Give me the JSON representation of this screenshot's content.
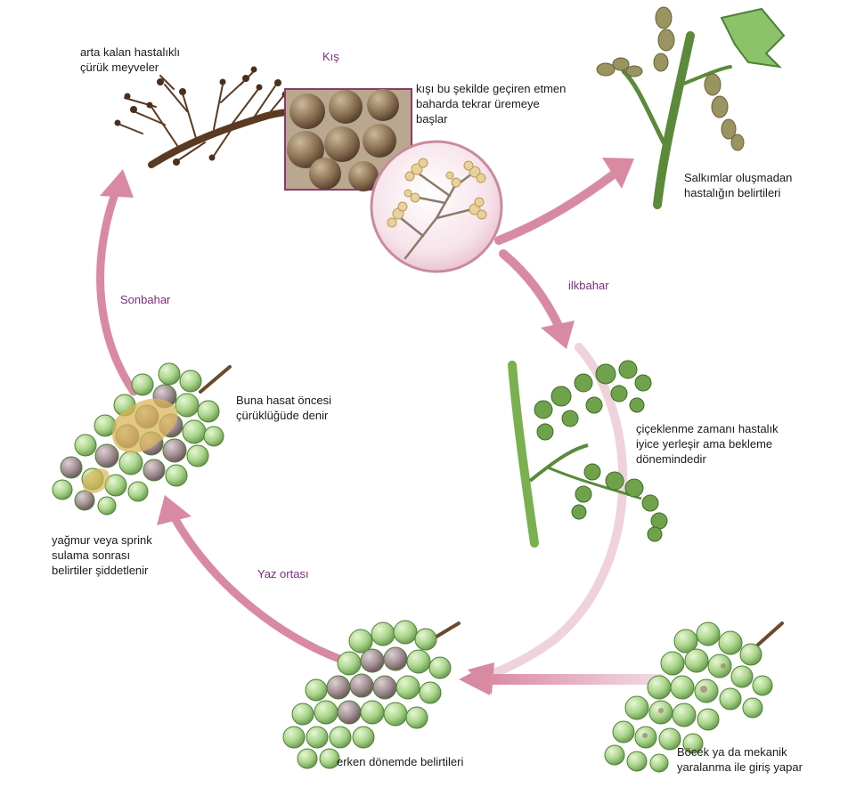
{
  "seasons": {
    "winter": "Kış",
    "spring": "ilkbahar",
    "midsummer": "Yaz ortası",
    "autumn": "Sonbahar"
  },
  "captions": {
    "remaining_berries": [
      "arta kalan hastalıklı",
      "çürük meyveler"
    ],
    "overwinter": [
      "kışı bu şekilde geçiren etmen",
      "baharda tekrar üremeye",
      "başlar"
    ],
    "before_clusters": [
      "Salkımlar oluşmadan",
      "hastalığın belirtileri"
    ],
    "flowering": [
      "çiçeklenme zamanı hastalık",
      "iyice yerleşir ama bekleme",
      "dönemindedir"
    ],
    "insect_entry": [
      "Böcek ya da mekanik",
      "yaralanma ile giriş yapar"
    ],
    "early_symptoms": [
      "erken dönemde belirtileri"
    ],
    "rain_irrigation": [
      "yağmur veya sprink",
      "sulama sonrası",
      "belirtiler şiddetlenir"
    ],
    "preharvest": [
      "Buna hasat öncesi",
      "çürüklüğüde denir"
    ]
  },
  "colors": {
    "arrow": "#d98aa3",
    "arrow_light": "#f0d2dc",
    "season_text": "#7a2e7e",
    "grape_green": "#a9d58a",
    "grape_rot": "#9d8a8e",
    "stem": "#5a8a3a",
    "wood": "#5a3a22",
    "mold": "#d9b55a"
  }
}
